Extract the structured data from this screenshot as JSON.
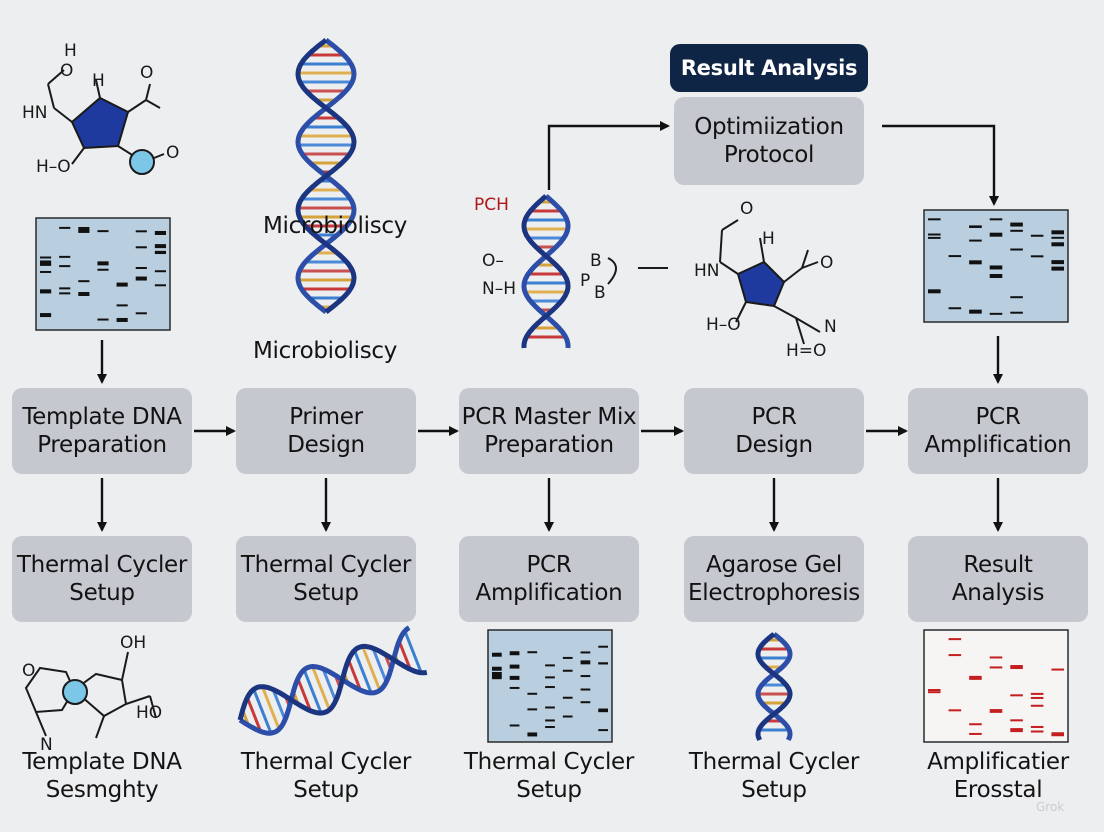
{
  "banner": {
    "result_analysis": "Result Analysis"
  },
  "optimization_box": "Optimiization\nProtocol",
  "labels": {
    "microbio_top": "Microbioliscy",
    "microbio_bottom": "Microbioliscy"
  },
  "molecule_atoms": {
    "m1": [
      "H",
      "O",
      "H",
      "HN",
      "O",
      "H–O",
      "O"
    ],
    "m2": [
      "O",
      "H",
      "HN",
      "O",
      "H–O",
      "N",
      "H=O"
    ],
    "m3": [
      "OH",
      "O",
      "HO",
      "N"
    ],
    "pch_cluster": [
      "PCH",
      "O–",
      "N–H",
      "B",
      "P",
      "B"
    ]
  },
  "row1_boxes": [
    "Template DNA\nPreparation",
    "Primer\nDesign",
    "PCR Master Mix\nPreparation",
    "PCR\nDesign",
    "PCR\nAmplification"
  ],
  "row2_boxes": [
    "Thermal Cycler\nSetup",
    "Thermal Cycler\nSetup",
    "PCR\nAmplification",
    "Agarose Gel\nElectrophoresis",
    "Result\nAnalysis"
  ],
  "bottom_captions": [
    "Template DNA\nSesmghty",
    "Thermal Cycler\nSetup",
    "Thermal Cycler\nSetup",
    "Thermal Cycler\nSetup",
    "Amplificatier\nErosstal"
  ],
  "watermark": "Grok",
  "colors": {
    "background": "#edeef0",
    "box_fill": "#c5c9cf",
    "banner_fill": "#0f2545",
    "dna_blue": "#2c4ea8",
    "gel_fill": "#b9cfe0",
    "gel_red_band": "#c41e1e",
    "molecule_blue": "#1e3a9e",
    "molecule_node": "#7cc7e8"
  }
}
